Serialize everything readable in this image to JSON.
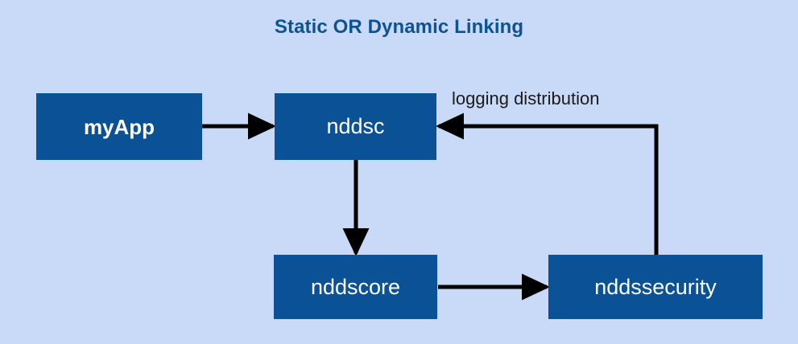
{
  "diagram": {
    "title": "Static OR Dynamic Linking",
    "background_color": "#c9daf8",
    "title_color": "#0b5394",
    "node_fill_color": "#0a5196",
    "node_text_color": "#ffffff",
    "edge_color": "#000000",
    "nodes": [
      {
        "id": "myapp",
        "label": "myApp",
        "bold": true
      },
      {
        "id": "nddsc",
        "label": "nddsc",
        "bold": false
      },
      {
        "id": "nddscore",
        "label": "nddscore",
        "bold": false
      },
      {
        "id": "nddssecurity",
        "label": "nddssecurity",
        "bold": false
      }
    ],
    "edges": [
      {
        "id": "myapp-to-nddsc",
        "from": "myapp",
        "to": "nddsc",
        "label": "",
        "direction": "right"
      },
      {
        "id": "nddsc-to-nddscore",
        "from": "nddsc",
        "to": "nddscore",
        "label": "",
        "direction": "down"
      },
      {
        "id": "nddscore-to-nddssecurity",
        "from": "nddscore",
        "to": "nddssecurity",
        "label": "",
        "direction": "right"
      },
      {
        "id": "nddssecurity-to-nddsc",
        "from": "nddssecurity",
        "to": "nddsc",
        "label": "logging distribution",
        "direction": "left"
      }
    ]
  }
}
